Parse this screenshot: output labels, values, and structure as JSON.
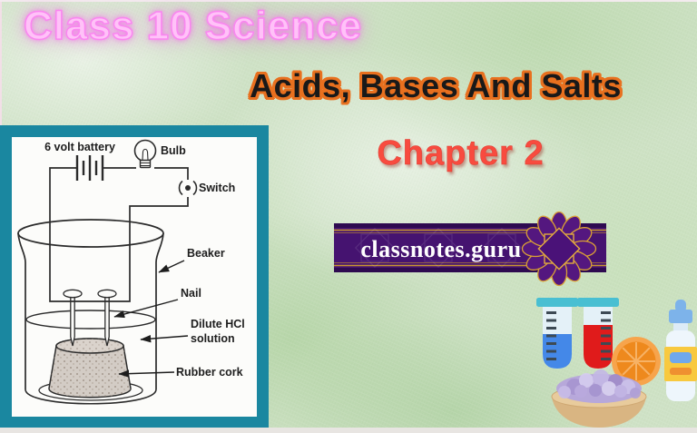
{
  "page": {
    "background_color": "#cfe2c6",
    "bottom_strip_color": "#e8e5e2"
  },
  "header": {
    "class_title": "Class 10 Science",
    "class_title_color": "#ffc2f8",
    "class_title_glow_color": "#f472ea",
    "subject_title": "Acids, Bases And Salts",
    "subject_fill_color": "#191919",
    "subject_outline_color": "#e8701f",
    "chapter_label": "Chapter 2",
    "chapter_color": "#f84b3f"
  },
  "brand_banner": {
    "site_name": "classnotes.guru",
    "text_color": "#ffffff",
    "ribbon_color": "#451370",
    "ribbon_edge_color": "#2e0a50",
    "trim_color": "#c9952f",
    "medallion_petal_color": "#54177f",
    "medallion_star_color": "#4a1278"
  },
  "experiment_diagram": {
    "frame_color": "#1a87a0",
    "paper_color": "#fcfcfa",
    "ink_color": "#2b2b2b",
    "cork_fill_color": "#d3ccc5",
    "labels": {
      "battery": "6 volt battery",
      "bulb": "Bulb",
      "switch": "Switch",
      "beaker": "Beaker",
      "nail": "Nail",
      "solution_line1": "Dilute HCl",
      "solution_line2": "solution",
      "cork": "Rubber cork"
    }
  },
  "decorations": {
    "tube_cap_color": "#49bfd2",
    "tube_glass_color": "#e4f1f8",
    "tube_blue_liquid_color": "#4488e8",
    "tube_red_liquid_color": "#e01b1b",
    "tube_tick_color": "#3d4a54",
    "orange_outer_color": "#f7a44c",
    "orange_inner_color": "#ee891d",
    "bottle_cap_color": "#7db3ea",
    "bottle_body_color": "#eef6fc",
    "bottle_label_color": "#f8c93f",
    "bowl_color": "#d9b582",
    "bowl_rim_color": "#e8cb9c",
    "crystals_color": "#b7a8da"
  }
}
